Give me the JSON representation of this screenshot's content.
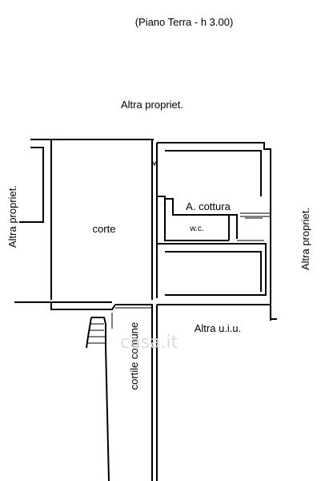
{
  "title": "(Piano Terra - h 3.00)",
  "labels": {
    "top": "Altra propriet.",
    "left": "Altra propriet.",
    "right": "Altra propriet.",
    "corte": "corte",
    "kitchen": "A. cottura",
    "wc": "w.c.",
    "altra_uiu": "Altra u.i.u.",
    "cortile": "cortile comune"
  },
  "watermark": "casa.it"
}
